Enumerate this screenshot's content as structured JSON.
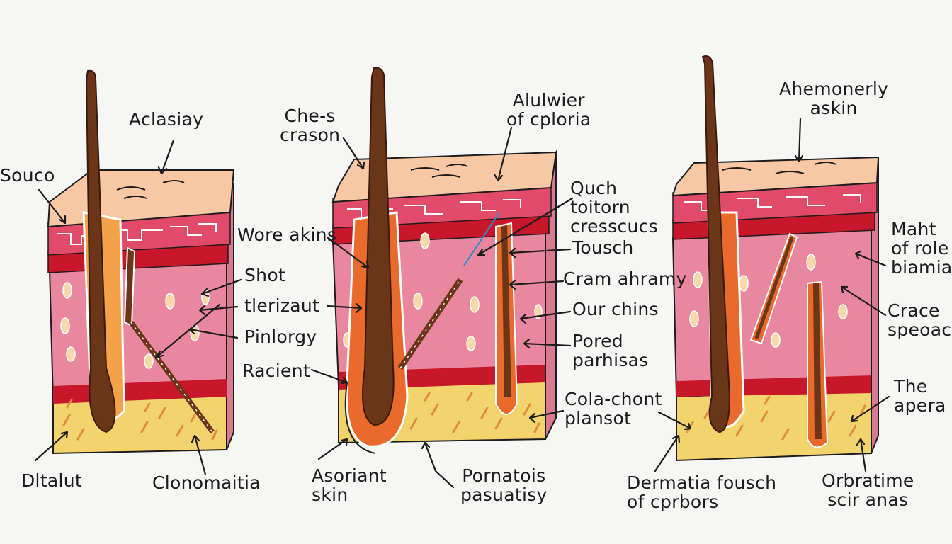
{
  "colors": {
    "background": "#f6f6f4",
    "epidermis_top": "#f8c8a4",
    "epidermis_band": "#e24a6a",
    "red_band": "#c8172a",
    "dermis": "#e986a0",
    "fat_layer": "#f3d46c",
    "hair_shaft": "#6b3518",
    "follicle_bulb": "#e96a2a",
    "ink": "#1c1c1c"
  },
  "panels": [
    {
      "labels": [
        {
          "id": "souco",
          "lines": [
            "Souco"
          ]
        },
        {
          "id": "aclasiay",
          "lines": [
            "Aclasiay"
          ]
        },
        {
          "id": "shot",
          "lines": [
            "Shot"
          ]
        },
        {
          "id": "tlerizaut",
          "lines": [
            "tlerizaut"
          ]
        },
        {
          "id": "pinlorgy",
          "lines": [
            "Pinlorgy"
          ]
        },
        {
          "id": "dltalut",
          "lines": [
            "Dltalut"
          ]
        },
        {
          "id": "clonomaitia",
          "lines": [
            "Clonomaitia"
          ]
        }
      ]
    },
    {
      "labels": [
        {
          "id": "che-s-crason",
          "lines": [
            "Che-s",
            "crason"
          ]
        },
        {
          "id": "alulwier",
          "lines": [
            "Alulwier",
            "of cploria"
          ]
        },
        {
          "id": "wore-akins",
          "lines": [
            "Wore akins"
          ]
        },
        {
          "id": "quch",
          "lines": [
            "Quch",
            "toitorn",
            "cresscucs"
          ]
        },
        {
          "id": "tousch",
          "lines": [
            "Tousch"
          ]
        },
        {
          "id": "cram-ahramy",
          "lines": [
            "Cram ahramy"
          ]
        },
        {
          "id": "our-chins",
          "lines": [
            "Our chins"
          ]
        },
        {
          "id": "pored",
          "lines": [
            "Pored",
            "parhisas"
          ]
        },
        {
          "id": "racient",
          "lines": [
            "Racient"
          ]
        },
        {
          "id": "cola-chont",
          "lines": [
            "Cola-chont",
            "plansot"
          ]
        },
        {
          "id": "asoriant",
          "lines": [
            "Asoriant",
            "skin"
          ]
        },
        {
          "id": "pornatois",
          "lines": [
            "Pornatois",
            "pasuatisy"
          ]
        }
      ]
    },
    {
      "labels": [
        {
          "id": "ahemonerly",
          "lines": [
            "Ahemonerly",
            "askin"
          ]
        },
        {
          "id": "maht",
          "lines": [
            "Maht",
            "of role",
            "biamia"
          ]
        },
        {
          "id": "crace",
          "lines": [
            "Crace",
            "speoac"
          ]
        },
        {
          "id": "the-apera",
          "lines": [
            "The",
            "apera"
          ]
        },
        {
          "id": "dermatia",
          "lines": [
            "Dermatia fousch",
            "of cprbors"
          ]
        },
        {
          "id": "orbratime",
          "lines": [
            "Orbratime",
            "scir anas"
          ]
        }
      ]
    }
  ]
}
